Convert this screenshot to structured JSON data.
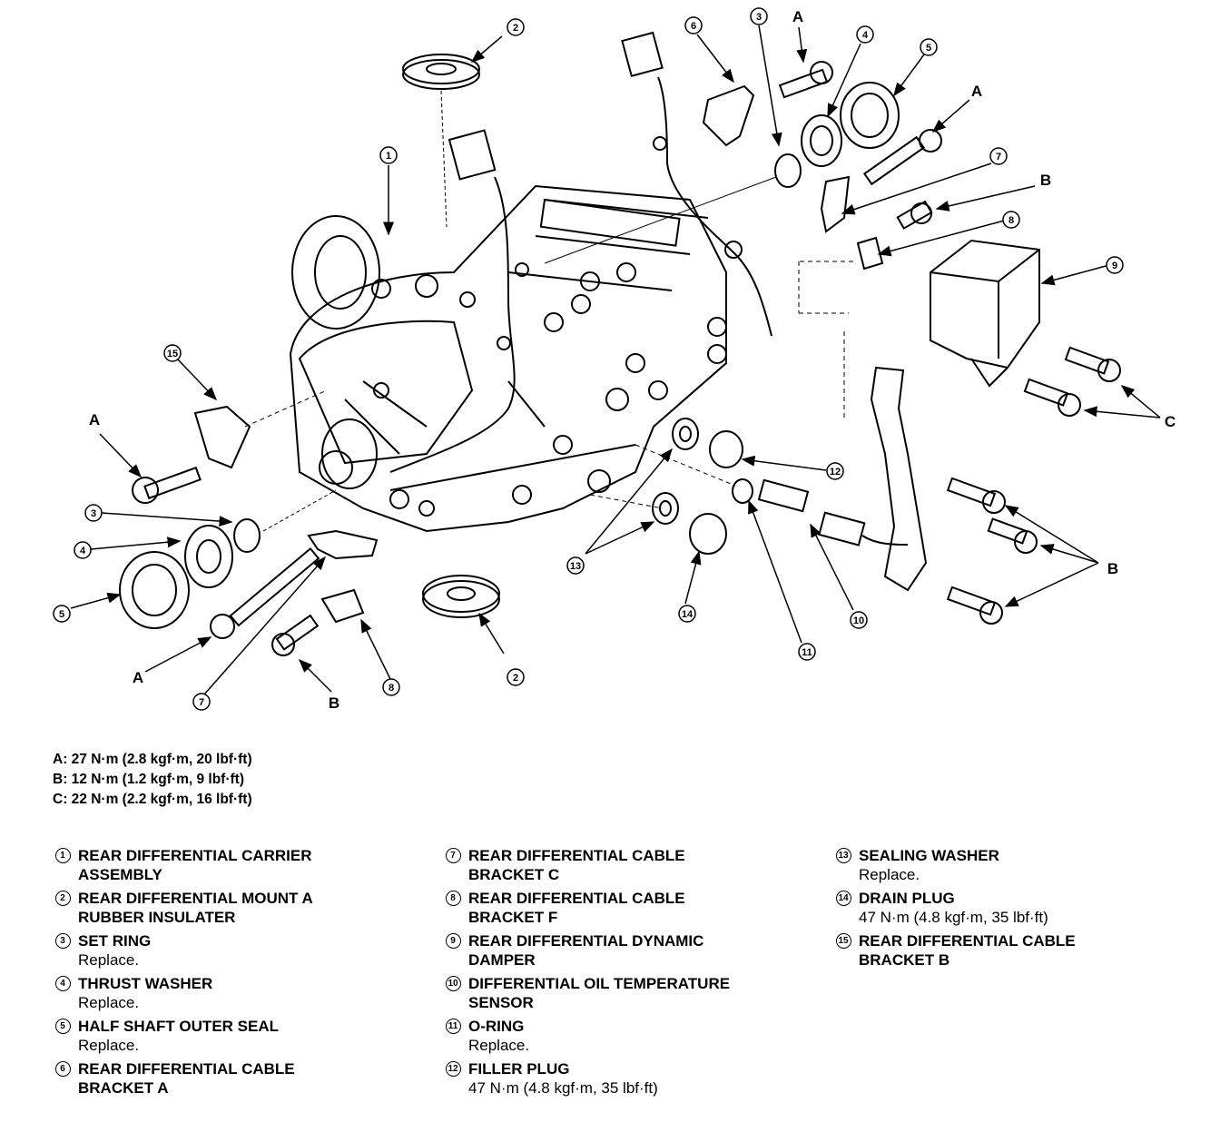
{
  "torque_specs": [
    {
      "key": "A",
      "text": "A: 27 N·m (2.8 kgf·m, 20 lbf·ft)"
    },
    {
      "key": "B",
      "text": "B: 12 N·m (1.2 kgf·m, 9 lbf·ft)"
    },
    {
      "key": "C",
      "text": "C: 22 N·m (2.2 kgf·m, 16 lbf·ft)"
    }
  ],
  "legend_columns": [
    [
      {
        "num": "1",
        "lines": [
          "REAR DIFFERENTIAL CARRIER",
          "ASSEMBLY"
        ],
        "note": ""
      },
      {
        "num": "2",
        "lines": [
          "REAR DIFFERENTIAL MOUNT A",
          "RUBBER INSULATER"
        ],
        "note": ""
      },
      {
        "num": "3",
        "lines": [
          "SET RING"
        ],
        "note": "Replace."
      },
      {
        "num": "4",
        "lines": [
          "THRUST WASHER"
        ],
        "note": "Replace."
      },
      {
        "num": "5",
        "lines": [
          "HALF SHAFT OUTER SEAL"
        ],
        "note": "Replace."
      },
      {
        "num": "6",
        "lines": [
          "REAR DIFFERENTIAL CABLE",
          "BRACKET A"
        ],
        "note": ""
      }
    ],
    [
      {
        "num": "7",
        "lines": [
          "REAR DIFFERENTIAL CABLE",
          "BRACKET C"
        ],
        "note": ""
      },
      {
        "num": "8",
        "lines": [
          "REAR DIFFERENTIAL CABLE",
          "BRACKET F"
        ],
        "note": ""
      },
      {
        "num": "9",
        "lines": [
          "REAR DIFFERENTIAL DYNAMIC",
          "DAMPER"
        ],
        "note": ""
      },
      {
        "num": "10",
        "lines": [
          "DIFFERENTIAL OIL TEMPERATURE",
          "SENSOR"
        ],
        "note": ""
      },
      {
        "num": "11",
        "lines": [
          "O-RING"
        ],
        "note": "Replace."
      },
      {
        "num": "12",
        "lines": [
          "FILLER PLUG"
        ],
        "note": "47 N·m (4.8 kgf·m, 35 lbf·ft)"
      }
    ],
    [
      {
        "num": "13",
        "lines": [
          "SEALING WASHER"
        ],
        "note": "Replace."
      },
      {
        "num": "14",
        "lines": [
          "DRAIN PLUG"
        ],
        "note": "47 N·m (4.8 kgf·m, 35 lbf·ft)"
      },
      {
        "num": "15",
        "lines": [
          "REAR DIFFERENTIAL CABLE",
          "BRACKET B"
        ],
        "note": ""
      }
    ]
  ],
  "callouts": {
    "c1": "1",
    "c2a": "2",
    "c2b": "2",
    "c3a": "3",
    "c3b": "3",
    "c4a": "4",
    "c4b": "4",
    "c5a": "5",
    "c5b": "5",
    "c6": "6",
    "c7a": "7",
    "c7b": "7",
    "c8a": "8",
    "c8b": "8",
    "c9": "9",
    "c10": "10",
    "c11": "11",
    "c12": "12",
    "c13": "13",
    "c14": "14",
    "c15": "15"
  },
  "letters": {
    "A1": "A",
    "A2": "A",
    "A3": "A",
    "A4": "A",
    "B1": "B",
    "B2": "B",
    "B3": "B",
    "C1": "C"
  }
}
